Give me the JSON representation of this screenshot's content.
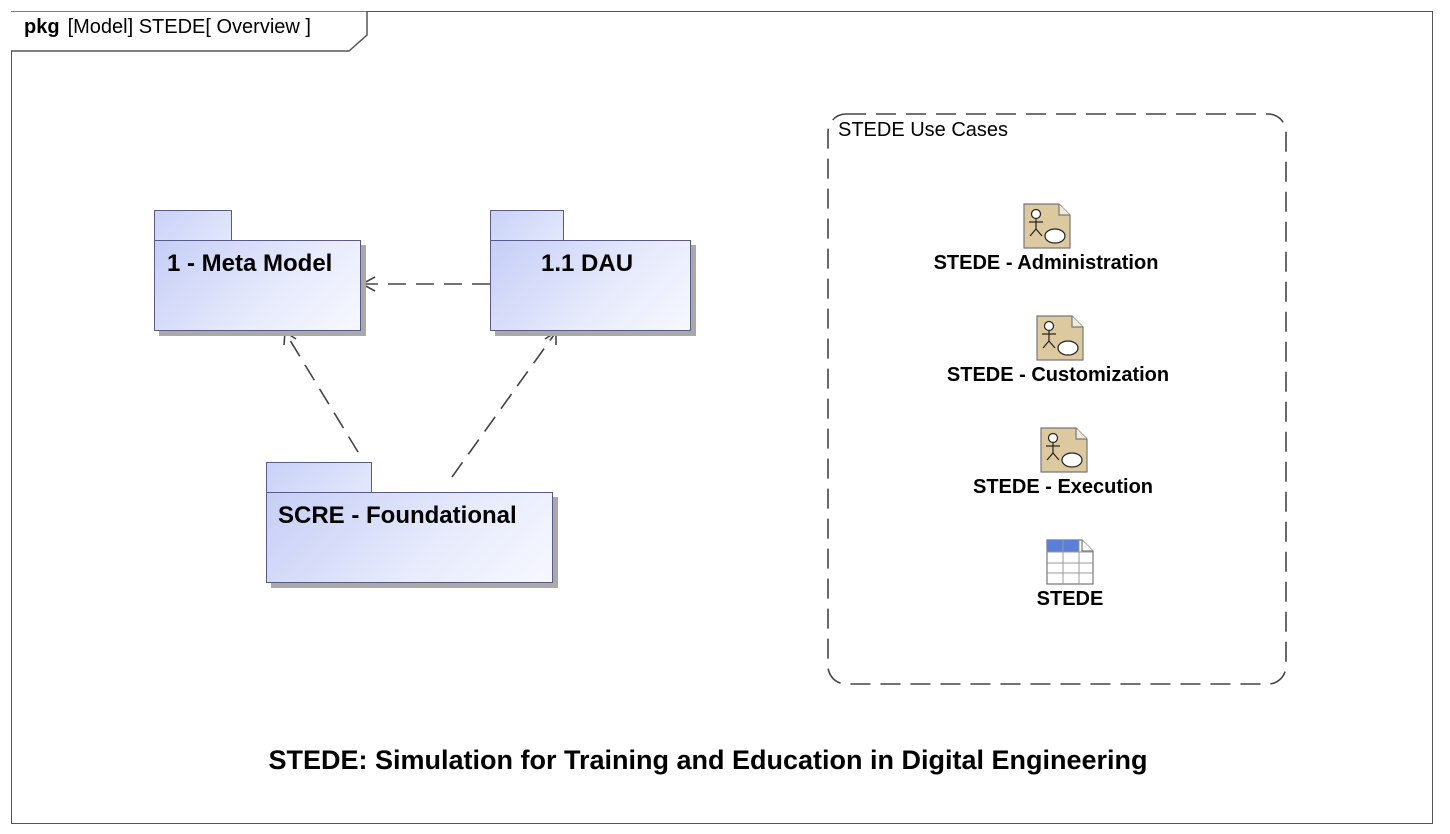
{
  "frame": {
    "kind": "pkg",
    "title": "[Model] STEDE[ Overview ]"
  },
  "packages": {
    "meta_model": "1 - Meta Model",
    "dau": "1.1 DAU",
    "scre": "SCRE - Foundational"
  },
  "use_cases": {
    "title": "STEDE Use Cases",
    "items": [
      {
        "label": "STEDE - Administration",
        "icon": "use-case-diagram-icon"
      },
      {
        "label": "STEDE - Customization",
        "icon": "use-case-diagram-icon"
      },
      {
        "label": "STEDE - Execution",
        "icon": "use-case-diagram-icon"
      },
      {
        "label": "STEDE",
        "icon": "table-icon"
      }
    ]
  },
  "caption": "STEDE: Simulation for Training and Education in Digital Engineering",
  "colors": {
    "package_fill": "#c9d2f8",
    "package_border": "#5a5a8a",
    "use_case_icon_fill": "#dcc9a0",
    "table_header": "#5b7fd6"
  }
}
